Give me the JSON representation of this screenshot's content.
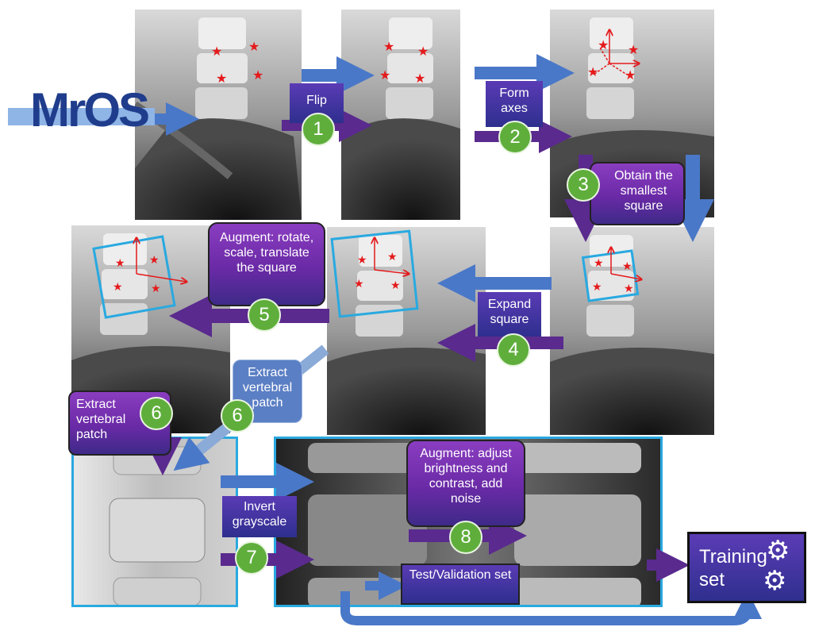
{
  "logo": {
    "text": "MrOS"
  },
  "steps": {
    "s1": {
      "label": "Flip",
      "number": "1"
    },
    "s2": {
      "label": "Form axes",
      "number": "2"
    },
    "s3": {
      "label": "Obtain the smallest square",
      "number": "3"
    },
    "s4": {
      "label": "Expand square",
      "number": "4"
    },
    "s5": {
      "label": "Augment: rotate, scale, translate the square",
      "number": "5"
    },
    "s6a": {
      "label": "Extract vertebral patch",
      "number": "6"
    },
    "s6b": {
      "label": "Extract vertebral patch",
      "number": "6"
    },
    "s7": {
      "label": "Invert grayscale",
      "number": "7"
    },
    "s8": {
      "label": "Augment: adjust brightness and contrast, add noise",
      "number": "8"
    }
  },
  "test_set": {
    "label": "Test/Validation set"
  },
  "training_set": {
    "label": "Training set"
  },
  "colors": {
    "arrow_blue": "#4a78c8",
    "arrow_purple": "#5a2a8e",
    "box_purple": "#7a36b4",
    "number_green": "#5fae3c",
    "frame_cyan": "#29a9e0",
    "star_red": "#e41a1c"
  },
  "icons": [
    "star-icon",
    "axes-icon",
    "gear-icon"
  ]
}
